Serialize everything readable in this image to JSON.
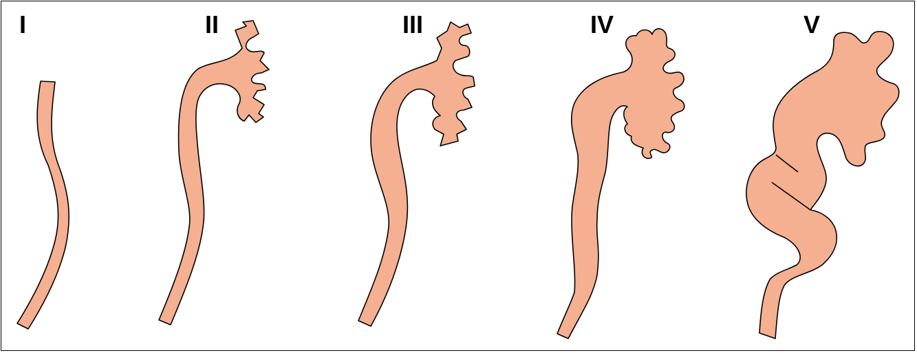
{
  "labels": {
    "stage1": "I",
    "stage2": "II",
    "stage3": "III",
    "stage4": "IV",
    "stage5": "V"
  },
  "colors": {
    "fill": "#f4b091",
    "stroke": "#000000",
    "background": "#ffffff"
  }
}
